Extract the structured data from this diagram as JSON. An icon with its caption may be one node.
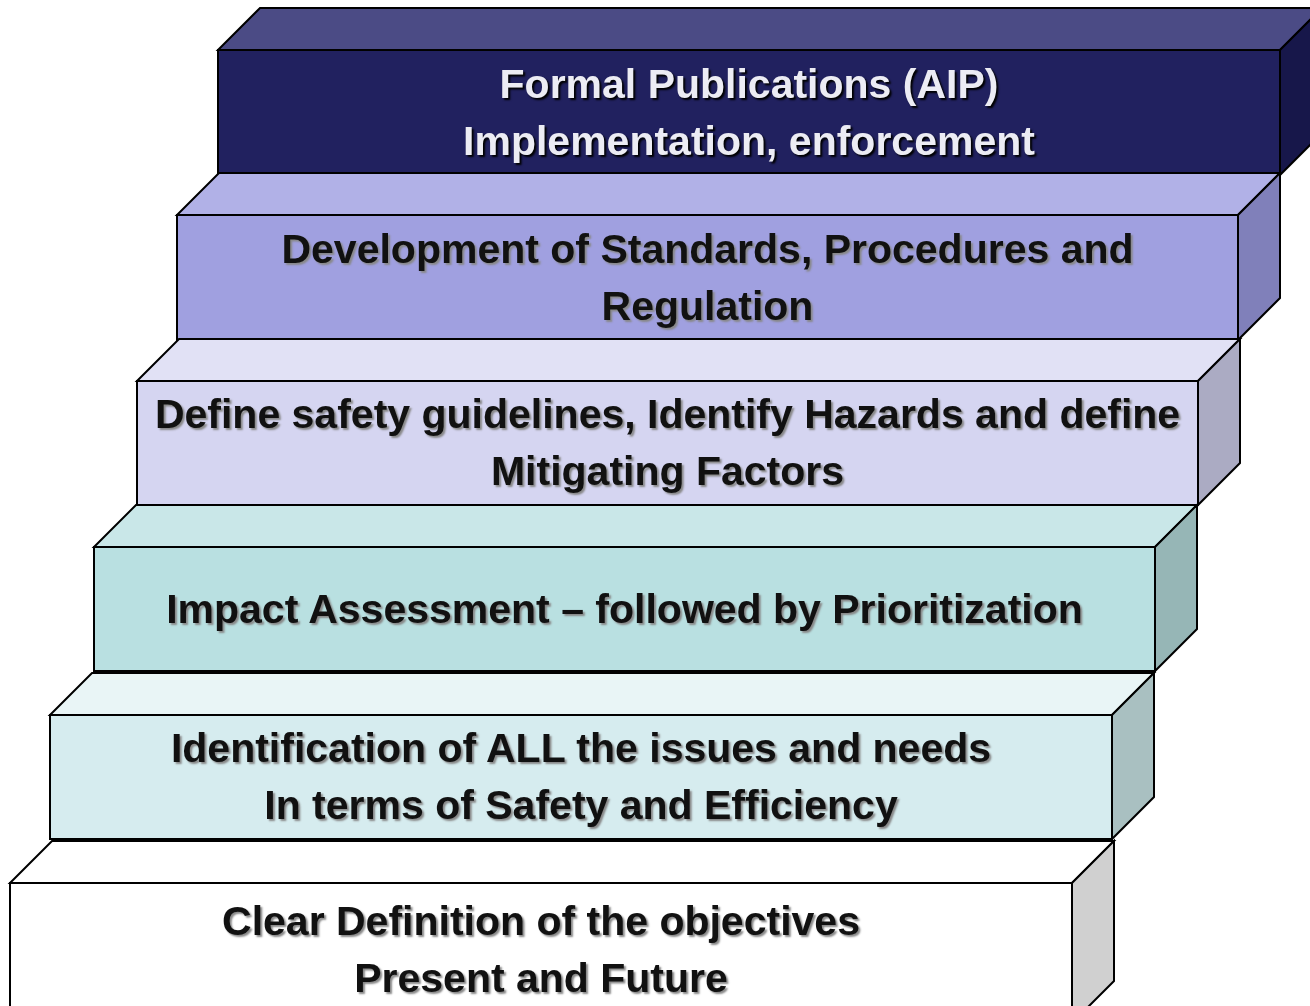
{
  "diagram": {
    "nodes": [
      {
        "text": [
          "Formal Publications (AIP)",
          "Implementation, enforcement"
        ]
      },
      {
        "text": [
          "Development of Standards, Procedures and Regulation"
        ]
      },
      {
        "text": [
          "Define safety guidelines, Identify Hazards and define Mitigating Factors"
        ]
      },
      {
        "text": [
          "Impact Assessment – followed by Prioritization"
        ]
      },
      {
        "text": [
          "Identification of ALL the issues and needs",
          "In terms of Safety and Efficiency"
        ]
      },
      {
        "text": [
          "Clear Definition of the objectives",
          "Present and Future"
        ]
      }
    ]
  }
}
